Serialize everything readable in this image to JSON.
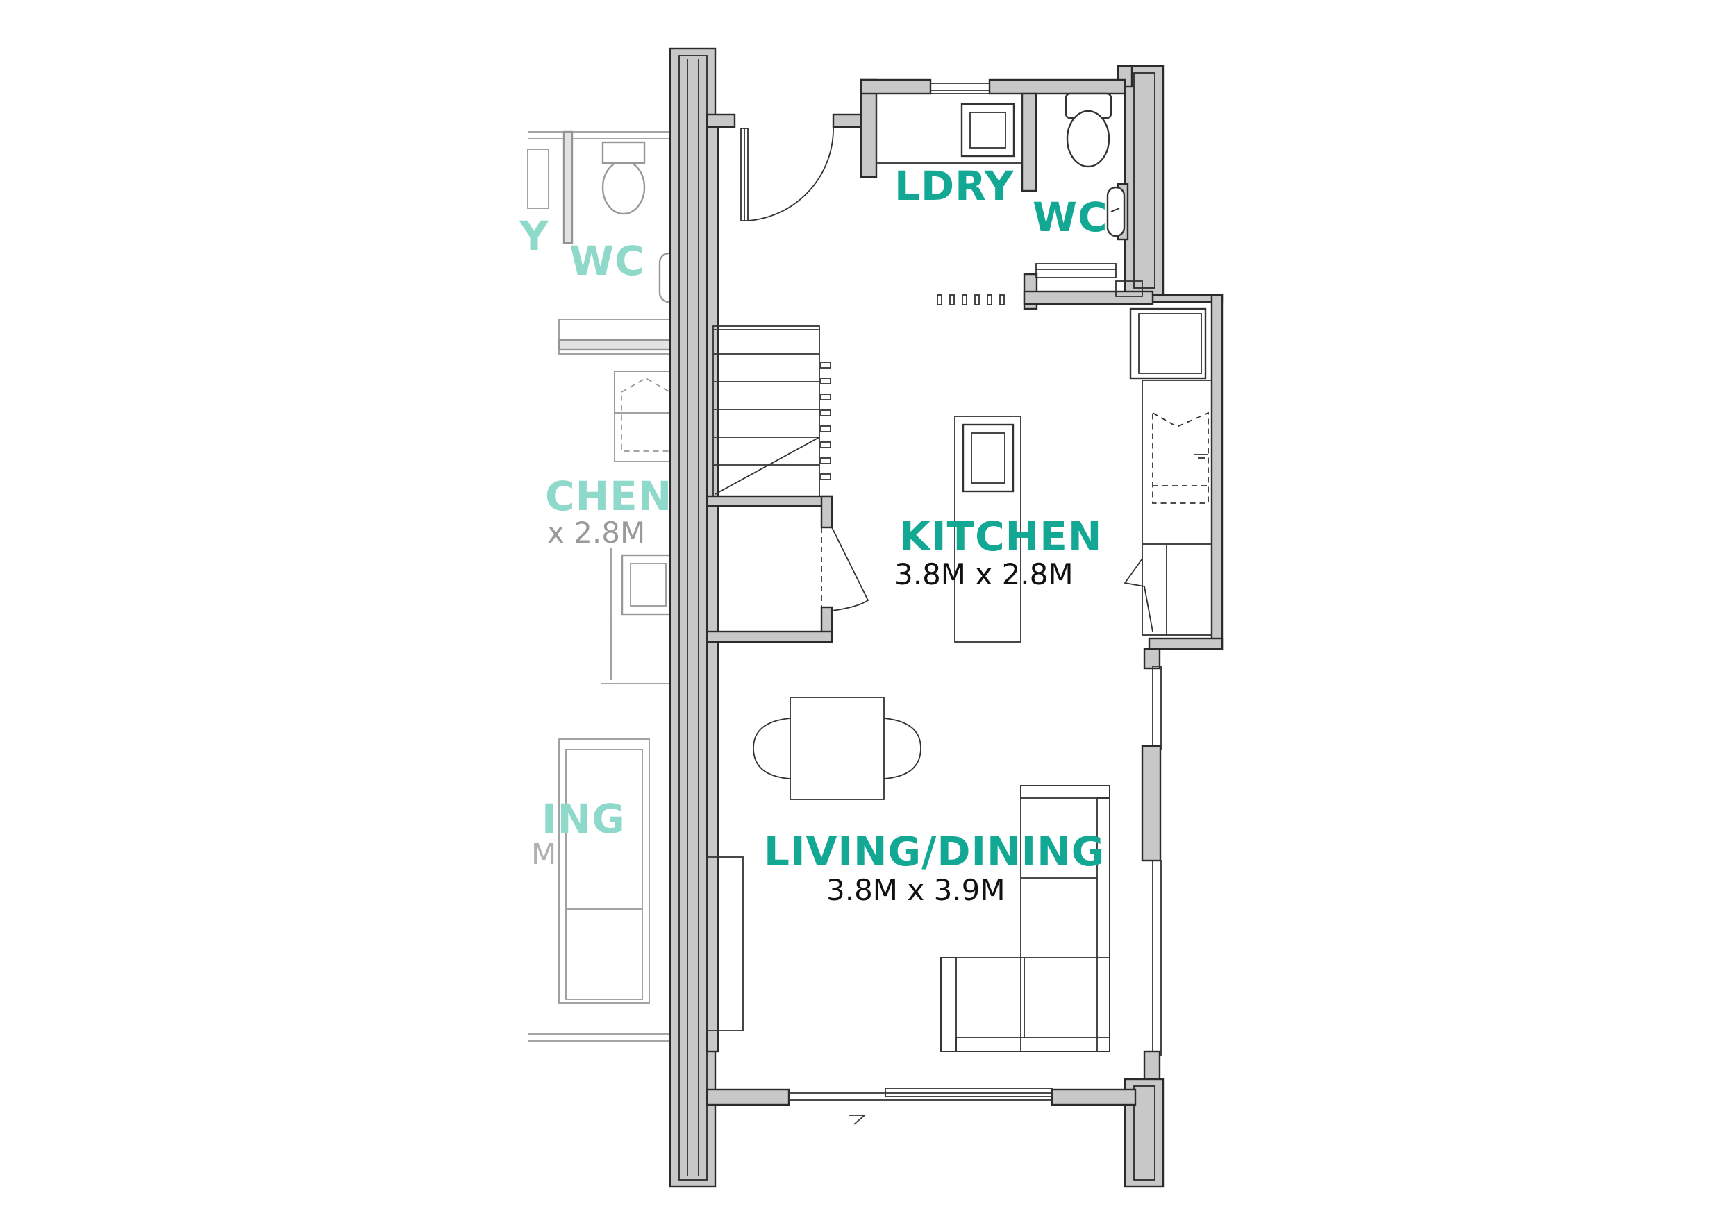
{
  "colors": {
    "label": "#12a893",
    "label_ghost": "#8fd9cb",
    "wall_fill": "#c8c8c8",
    "line": "#2b2b2b"
  },
  "rooms": {
    "ldry": {
      "name": "LDRY"
    },
    "wc": {
      "name": "WC"
    },
    "kitchen": {
      "name": "KITCHEN",
      "size": "3.8M x 2.8M"
    },
    "living": {
      "name": "LIVING/DINING",
      "size": "3.8M x 3.9M"
    }
  },
  "ghost_unit": {
    "ldry": "Y",
    "wc": "WC",
    "kitchen": "CHEN",
    "kitchen_size": "x 2.8M",
    "living": "ING",
    "living_size": "M"
  }
}
